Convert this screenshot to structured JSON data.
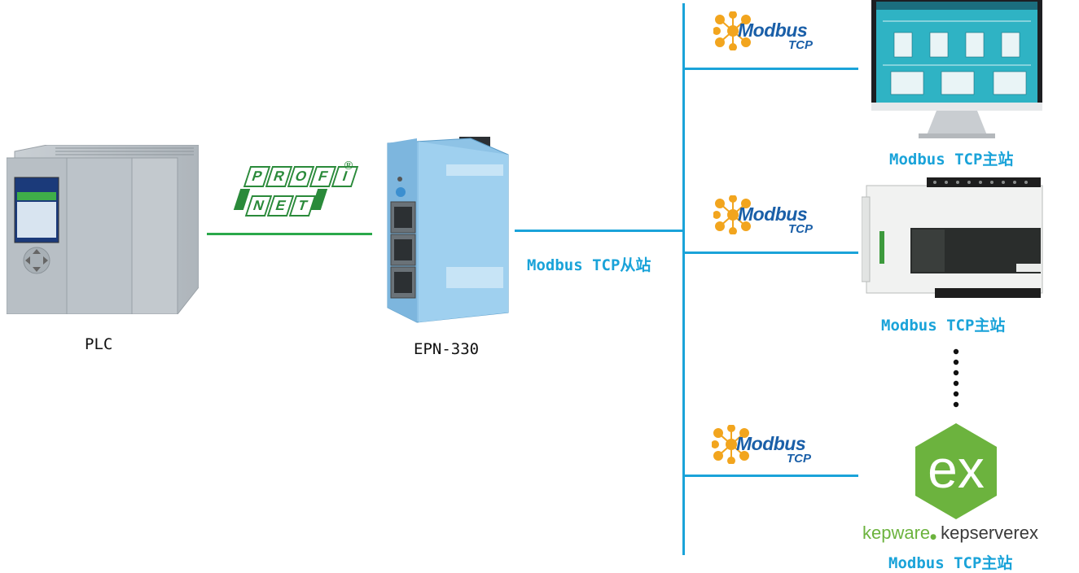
{
  "plc": {
    "label": "PLC"
  },
  "gateway": {
    "label": "EPN-330",
    "slave_label": "Modbus TCP从站"
  },
  "profinet": {
    "profi": [
      "P",
      "R",
      "O",
      "F",
      "I"
    ],
    "net": [
      "N",
      "E",
      "T"
    ],
    "mark": "®"
  },
  "modbus_logo": {
    "word": "Modbus",
    "tcp": "TCP"
  },
  "masters": [
    {
      "label": "Modbus TCP主站",
      "kind": "scada-monitor"
    },
    {
      "label": "Modbus TCP主站",
      "kind": "schneider-plc"
    },
    {
      "label": "Modbus TCP主站",
      "kind": "kepserverex"
    }
  ],
  "kepware": {
    "brand": "kepware",
    "product": "kepserverex",
    "icon_text": "ex"
  },
  "colors": {
    "profinet_line": "#2aa84a",
    "ethernet_line": "#1aa3d9",
    "label_blue": "#1aa3d9",
    "modbus_blue": "#1a5fa8"
  }
}
